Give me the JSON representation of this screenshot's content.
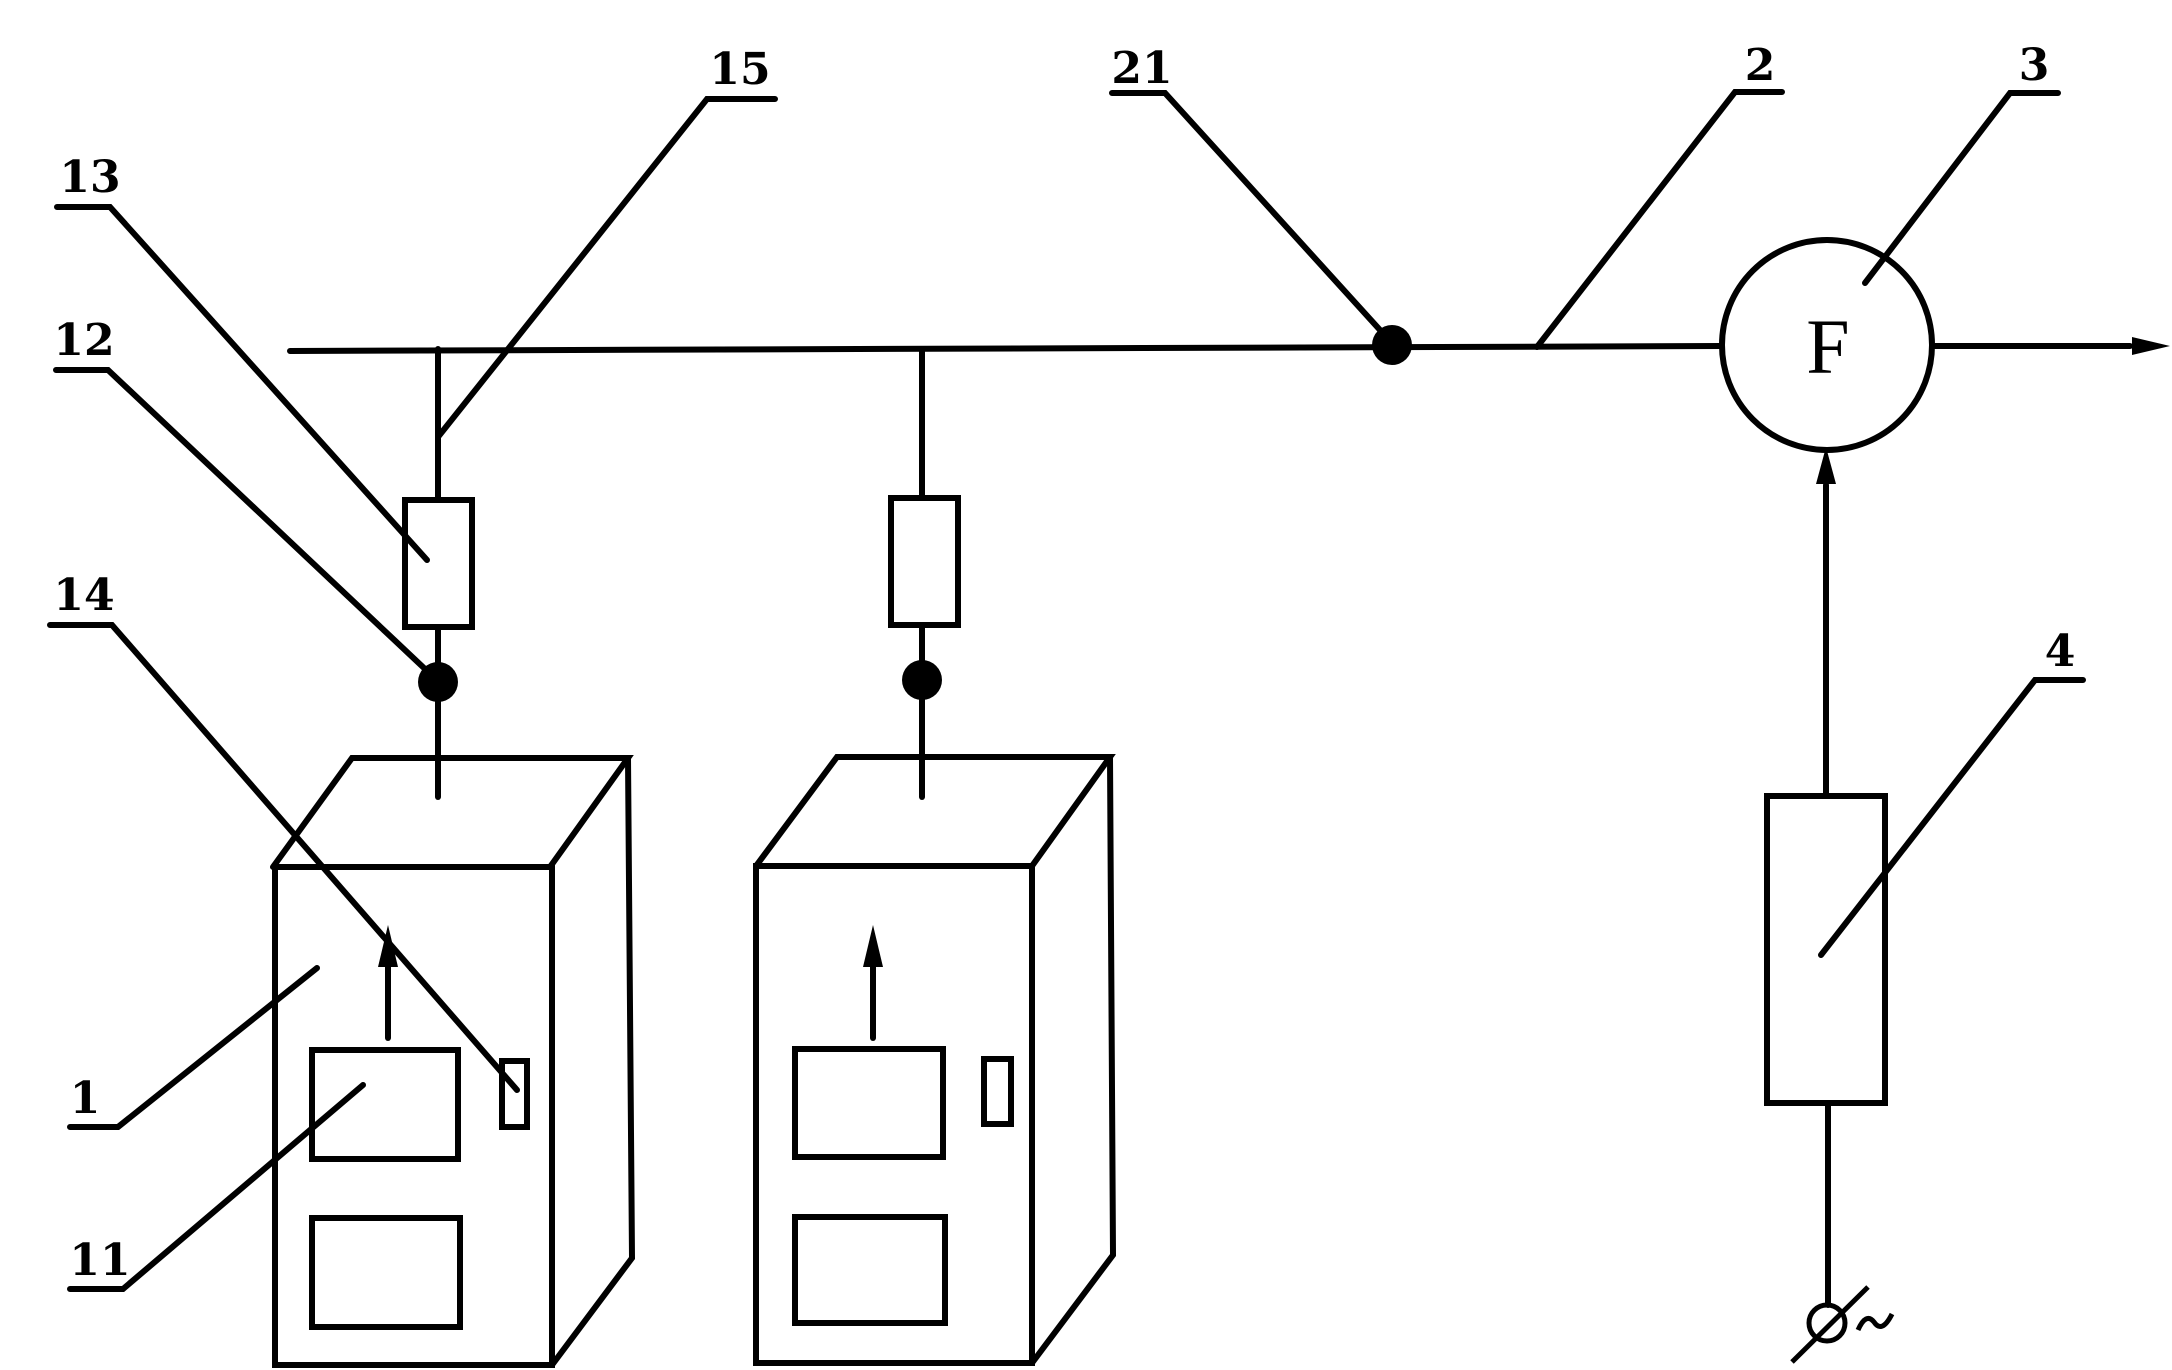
{
  "diagram": {
    "type": "schematic",
    "description": "Two cabinets connected via junctions and inline components to a common bus line leading to a unit F with an arrow output; a powered component 4 feeds unit F from an AC source.",
    "main_unit": {
      "symbol": "F"
    },
    "labels": {
      "l1": "1",
      "l11": "11",
      "l12": "12",
      "l13": "13",
      "l14": "14",
      "l15": "15",
      "l21": "21",
      "l2": "2",
      "l3": "3",
      "l4": "4"
    },
    "power_source": {
      "symbol": "AC"
    },
    "colors": {
      "ink": "#000000",
      "background": "#ffffff"
    }
  }
}
